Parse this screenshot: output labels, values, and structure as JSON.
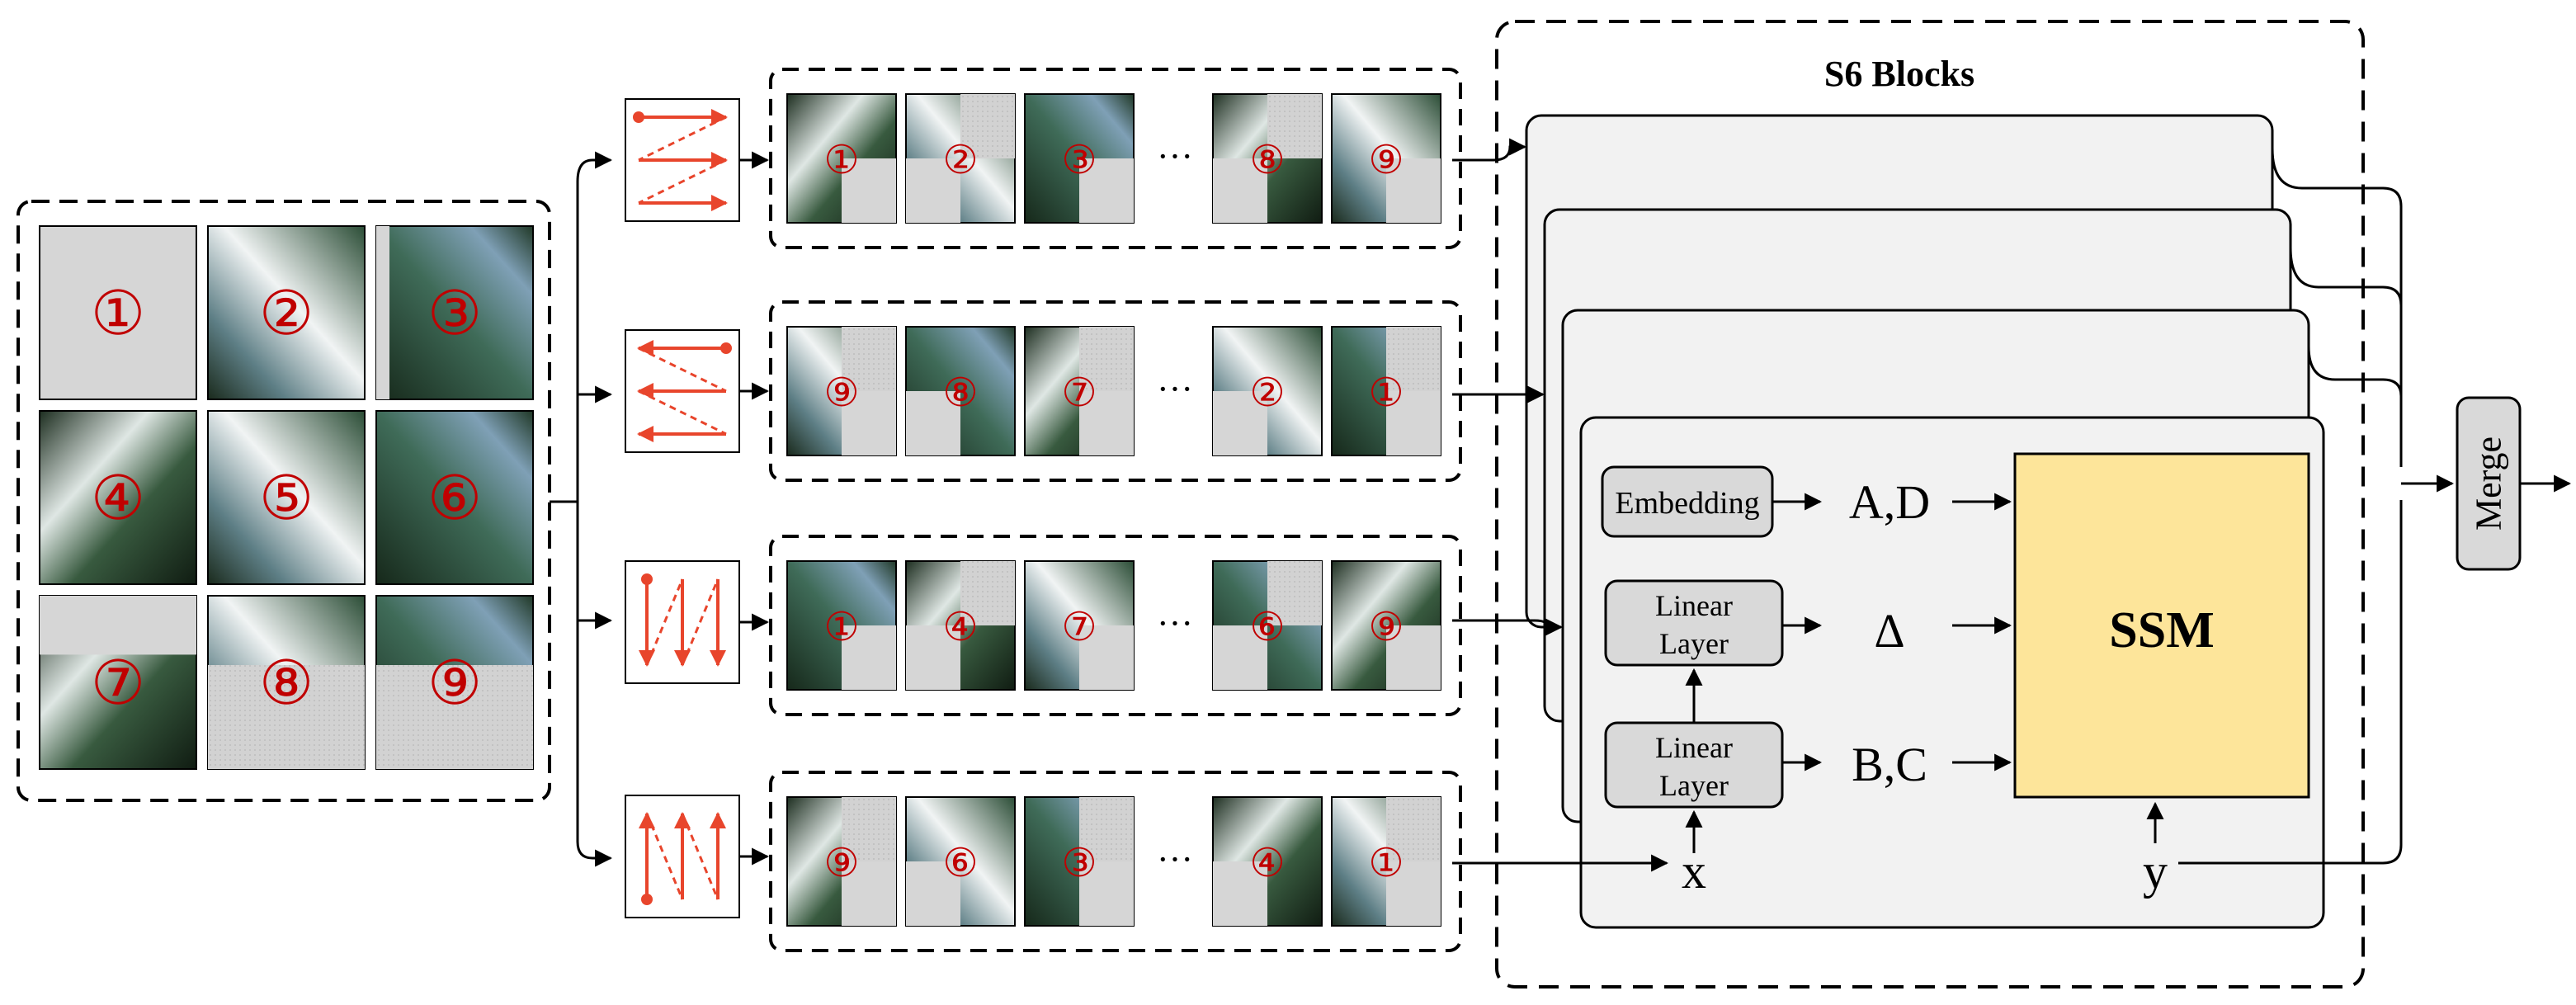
{
  "grid_numbers": [
    "①",
    "②",
    "③",
    "④",
    "⑤",
    "⑥",
    "⑦",
    "⑧",
    "⑨"
  ],
  "scan_rows": [
    [
      "①",
      "②",
      "③",
      "⑧",
      "⑨"
    ],
    [
      "⑨",
      "⑧",
      "⑦",
      "②",
      "①"
    ],
    [
      "①",
      "④",
      "⑦",
      "⑥",
      "⑨"
    ],
    [
      "⑨",
      "⑥",
      "③",
      "④",
      "①"
    ]
  ],
  "ellipsis": "···",
  "s6_title": "S6 Blocks",
  "embedding_label": "Embedding",
  "linear_layer_line1": "Linear",
  "linear_layer_line2": "Layer",
  "ad_label": "A,D",
  "delta_label": "Δ",
  "bc_label": "B,C",
  "ssm_label": "SSM",
  "x_label": "x",
  "y_label": "y",
  "merge_label": "Merge",
  "colors": {
    "red": "#c00000",
    "scan_arrow": "#e8452c",
    "ssm_fill": "#fde59a",
    "block_fill": "#f2f2f2",
    "module_fill": "#d9d9d9",
    "gray_tile": "#d6d6d6"
  }
}
